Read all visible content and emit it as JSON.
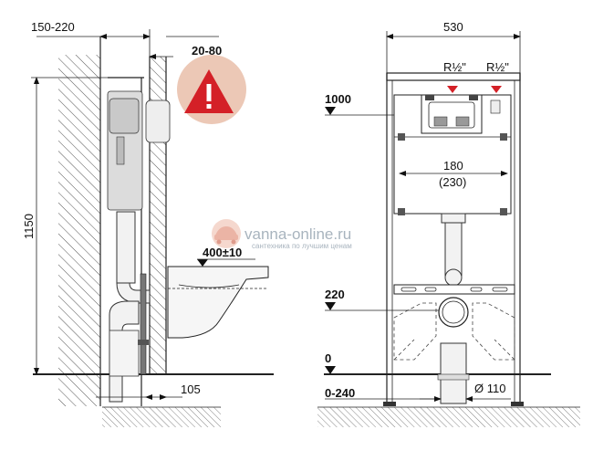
{
  "side_view": {
    "dim_wall_gap": "150-220",
    "dim_warning": "20-80",
    "dim_height": "1150",
    "dim_bowl": "400±10",
    "dim_depth": "105"
  },
  "front_view": {
    "dim_width": "530",
    "inlet_left": "R½\"",
    "inlet_right": "R½\"",
    "level_top": "1000",
    "dim_flush": "180",
    "dim_flush_alt": "(230)",
    "level_drain": "220",
    "level_floor": "0",
    "level_below": "0-240",
    "dim_pipe": "Ø 110"
  },
  "watermark": {
    "site": "vanna-online.ru",
    "slogan": "сантехника по лучшим ценам"
  },
  "colors": {
    "warning_circle": "#ecc8b6",
    "warning_triangle": "#d42027",
    "inlet_marker": "#d42027",
    "hatch": "#444444"
  },
  "icons": {
    "warning": "warning-triangle-icon",
    "logo": "car-logo-icon"
  }
}
